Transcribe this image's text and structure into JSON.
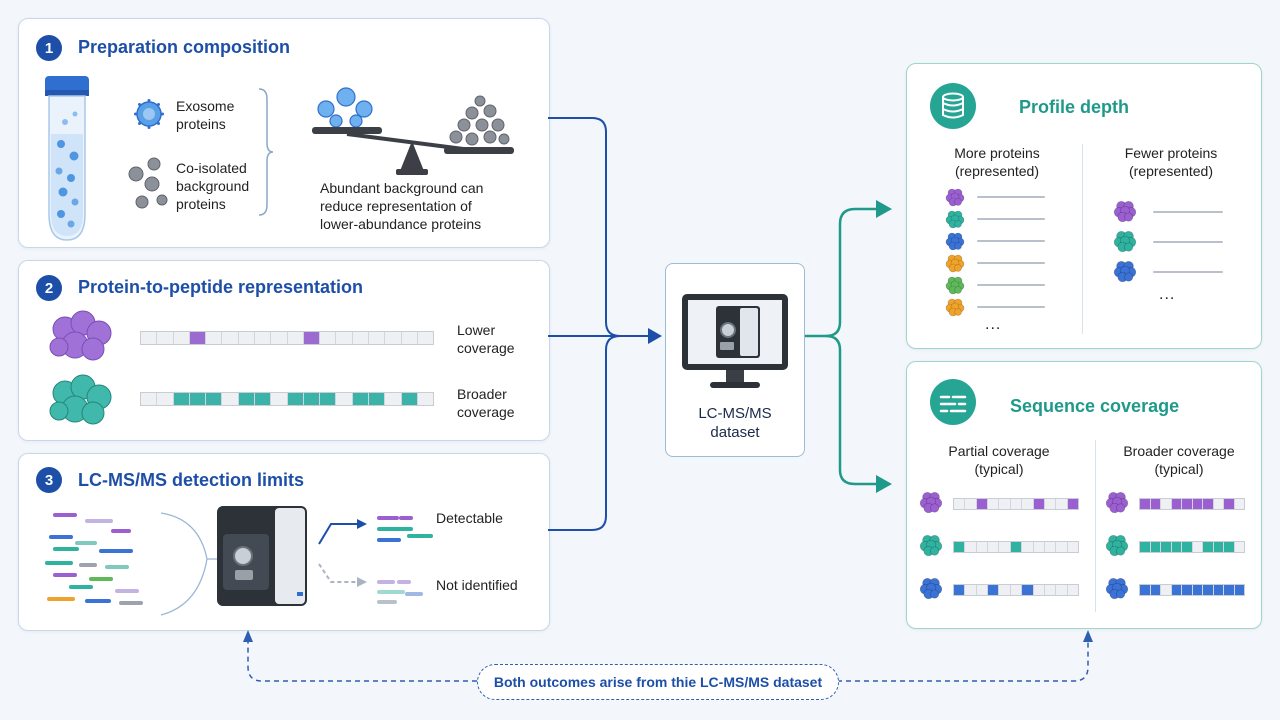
{
  "panel1": {
    "number": "1",
    "title": "Preparation composition",
    "exosome_label": "Exosome\nproteins",
    "background_label": "Co-isolated\nbackground\nproteins",
    "note": "Abundant background can\nreduce representation of\nlower-abundance proteins"
  },
  "panel2": {
    "number": "2",
    "title": "Protein-to-peptide representation",
    "rows": [
      {
        "label": "Lower\ncoverage",
        "color": "#9b6bd0",
        "filled": [
          3,
          10
        ]
      },
      {
        "label": "Broader\ncoverage",
        "color": "#3bb3a8",
        "filled": [
          2,
          3,
          4,
          6,
          7,
          9,
          10,
          11,
          13,
          14,
          16
        ]
      }
    ]
  },
  "panel3": {
    "number": "3",
    "title": "LC-MS/MS detection limits",
    "detectable_label": "Detectable",
    "not_identified_label": "Not identified"
  },
  "center": {
    "label": "LC-MS/MS\ndataset"
  },
  "profile": {
    "title": "Profile depth",
    "icon": "database-icon",
    "left_heading": "More proteins\n(represented)",
    "right_heading": "Fewer proteins\n(represented)",
    "left_colors": [
      "#9b5fd1",
      "#2fb3a0",
      "#3a72d6",
      "#f0a32a",
      "#5fb85a",
      "#f0a32a"
    ],
    "right_colors": [
      "#9b5fd1",
      "#2fb3a0",
      "#3a72d6"
    ],
    "ellipsis": "..."
  },
  "sequence": {
    "title": "Sequence coverage",
    "icon": "sequence-strip-icon",
    "left_heading": "Partial coverage\n(typical)",
    "right_heading": "Broader coverage\n(typical)",
    "rows": [
      {
        "color": "#9b5fd1",
        "partial": [
          2,
          7,
          10
        ],
        "broad": [
          0,
          1,
          3,
          4,
          5,
          6,
          8
        ]
      },
      {
        "color": "#2fb3a0",
        "partial": [
          0,
          5
        ],
        "broad": [
          0,
          1,
          2,
          3,
          4,
          6,
          7,
          8
        ]
      },
      {
        "color": "#3a72d6",
        "partial": [
          0,
          3,
          6
        ],
        "broad": [
          0,
          1,
          3,
          4,
          5,
          6,
          7,
          8,
          9
        ]
      }
    ]
  },
  "footer": {
    "text": "Both outcomes arise from thie LC-MS/MS dataset"
  },
  "colors": {
    "accent_blue": "#1d4fa8",
    "accent_teal": "#1f9a8a",
    "purple": "#9b6bd0",
    "teal": "#3bb3a8"
  }
}
